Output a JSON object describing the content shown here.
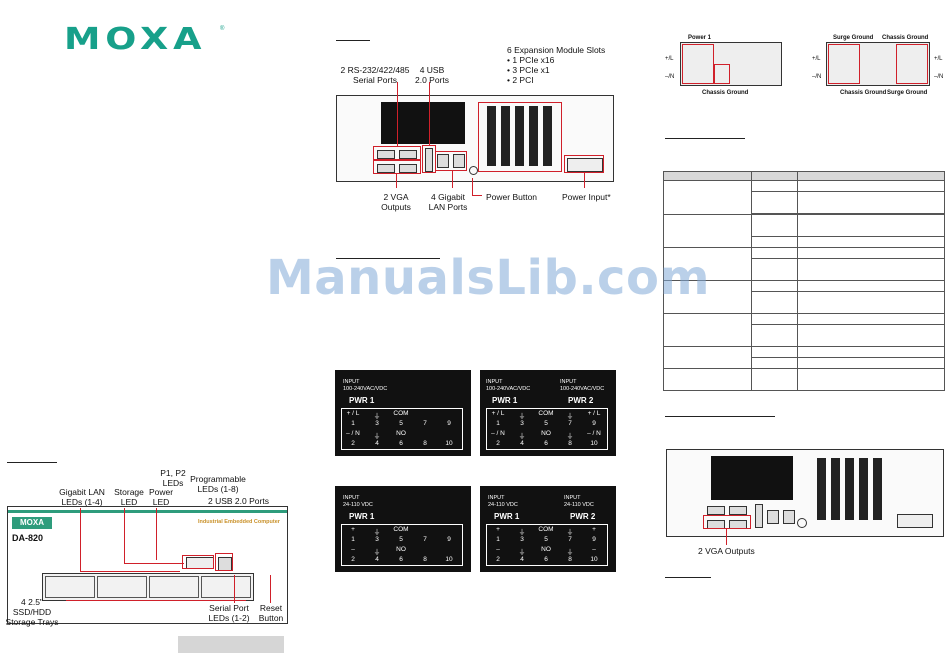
{
  "logo": {
    "text": "MOXA",
    "reg": "®"
  },
  "watermark": "ManualsLib.com",
  "front_panel": {
    "brand": "MOXA",
    "model": "DA-820",
    "tagline": "Industrial Embedded Computer",
    "labels": {
      "gigabit_lan_leds": "Gigabit LAN LEDs (1-4)",
      "storage_led": "Storage LED",
      "power_led": "Power LED",
      "p1p2_leds": "P1, P2 LEDs",
      "programmable_leds": "Programmable LEDs (1-8)",
      "usb_ports": "2 USB 2.0 Ports",
      "storage_trays": "4 2.5\" SSD/HDD Storage Trays",
      "serial_port_leds": "Serial Port LEDs (1-2)",
      "reset_button": "Reset Button"
    }
  },
  "rear_panel": {
    "labels": {
      "serial_ports": "2 RS-232/422/485 Serial Ports",
      "usb_ports": "4 USB 2.0 Ports",
      "expansion_title": "6 Expansion Module Slots",
      "expansion_items": [
        "• 1 PCIe x16",
        "• 3 PCIe x1",
        "• 2 PCI"
      ],
      "vga_outputs": "2 VGA Outputs",
      "gigabit_lan": "4 Gigabit LAN Ports",
      "power_button": "Power Button",
      "power_input": "Power Input*"
    }
  },
  "terminal_labels": [
    {
      "inputs": [
        {
          "caption": "INPUT\n100-240VAC/VDC",
          "name": "PWR 1"
        }
      ],
      "row1": [
        "+ / L",
        "⏚",
        "COM",
        "",
        ""
      ],
      "row1n": [
        "1",
        "3",
        "5",
        "7",
        "9"
      ],
      "row2": [
        "– / N",
        "⏚",
        "NO",
        "",
        ""
      ],
      "row2n": [
        "2",
        "4",
        "6",
        "8",
        "10"
      ]
    },
    {
      "inputs": [
        {
          "caption": "INPUT\n100-240VAC/VDC",
          "name": "PWR 1"
        },
        {
          "caption": "INPUT\n100-240VAC/VDC",
          "name": "PWR 2"
        }
      ],
      "row1": [
        "+ / L",
        "⏚",
        "COM",
        "⏚",
        "+ / L"
      ],
      "row1n": [
        "1",
        "3",
        "5",
        "7",
        "9"
      ],
      "row2": [
        "– / N",
        "⏚",
        "NO",
        "⏚",
        "– / N"
      ],
      "row2n": [
        "2",
        "4",
        "6",
        "8",
        "10"
      ]
    },
    {
      "inputs": [
        {
          "caption": "INPUT\n24-110 VDC",
          "name": "PWR 1"
        }
      ],
      "row1": [
        "+",
        "⏚",
        "COM",
        "",
        ""
      ],
      "row1n": [
        "1",
        "3",
        "5",
        "7",
        "9"
      ],
      "row2": [
        "–",
        "⏚",
        "NO",
        "",
        ""
      ],
      "row2n": [
        "2",
        "4",
        "6",
        "8",
        "10"
      ]
    },
    {
      "inputs": [
        {
          "caption": "INPUT\n24-110 VDC",
          "name": "PWR 1"
        },
        {
          "caption": "INPUT\n24-110 VDC",
          "name": "PWR 2"
        }
      ],
      "row1": [
        "+",
        "⏚",
        "COM",
        "⏚",
        "+"
      ],
      "row1n": [
        "1",
        "3",
        "5",
        "7",
        "9"
      ],
      "row2": [
        "–",
        "⏚",
        "NO",
        "⏚",
        "–"
      ],
      "row2n": [
        "2",
        "4",
        "6",
        "8",
        "10"
      ]
    }
  ],
  "wiring": {
    "power1": "Power 1",
    "chassis_ground": "Chassis Ground",
    "surge_ground": "Surge Ground",
    "plus_l": "+/L",
    "minus_n": "–/N"
  },
  "rear_small": {
    "vga_outputs": "2 VGA Outputs"
  }
}
